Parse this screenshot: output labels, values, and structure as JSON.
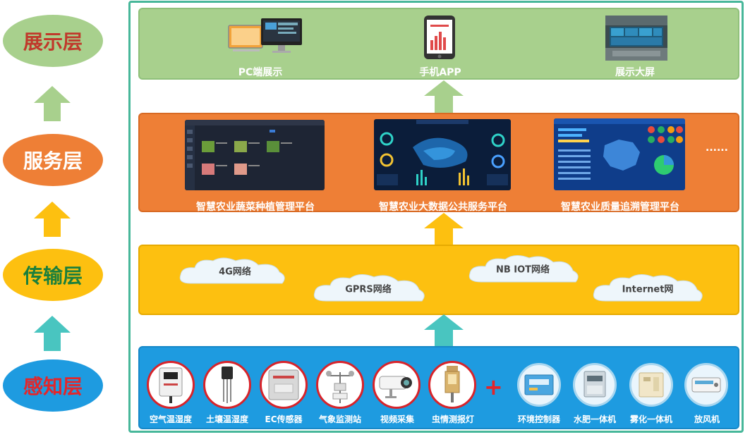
{
  "layers": {
    "display": "展示层",
    "service": "服务层",
    "transport": "传输层",
    "perception": "感知层"
  },
  "display_band": {
    "items": [
      "PC端展示",
      "手机APP",
      "展示大屏"
    ]
  },
  "service_band": {
    "items": [
      "智慧农业蔬菜种植管理平台",
      "智慧农业大数据公共服务平台",
      "智慧农业质量追溯管理平台"
    ],
    "more": "......"
  },
  "transport_band": {
    "networks": [
      "4G网络",
      "GPRS网络",
      "NB IOT网络",
      "Internet网"
    ]
  },
  "perception_band": {
    "sensors": [
      "空气温湿度",
      "土壤温湿度",
      "EC传感器",
      "气象监测站",
      "视频采集",
      "虫情测报灯"
    ],
    "plus": "+",
    "actuators": [
      "环境控制器",
      "水肥一体机",
      "雾化一体机",
      "放风机"
    ]
  },
  "colors": {
    "display_green": "#a8d08d",
    "service_orange": "#ee7f36",
    "transport_yellow": "#fdc010",
    "perception_blue": "#1e9be0",
    "frame_teal": "#47b79a",
    "device_ring_red": "#d8232a"
  },
  "icons": {
    "pc": "pc-monitor-icon",
    "phone": "tablet-chart-icon",
    "bigscreen": "video-wall-icon"
  }
}
